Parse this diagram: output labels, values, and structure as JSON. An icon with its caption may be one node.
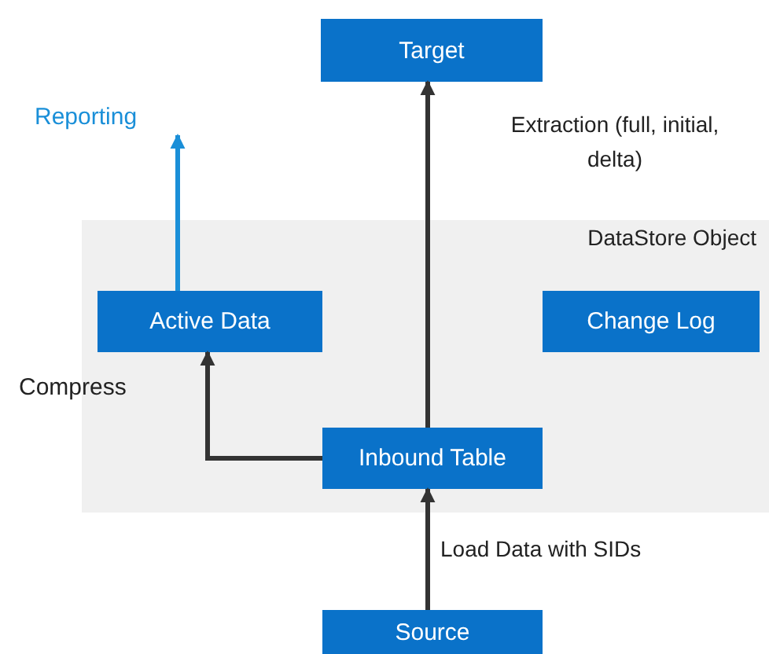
{
  "diagram": {
    "nodes": [
      {
        "text": [
          "Target"
        ]
      },
      {
        "text": [
          "DataStore Object"
        ]
      },
      {
        "text": [
          "Active Data"
        ],
        "in": 1
      },
      {
        "text": [
          "Change Log"
        ],
        "in": 1
      },
      {
        "text": [
          "Inbound Table"
        ],
        "in": 1
      },
      {
        "text": [
          "Source"
        ]
      },
      {
        "text": [
          "Reporting"
        ]
      }
    ],
    "edges": [
      {
        "from": 5,
        "to": 4,
        "arrow": "to",
        "label": "Load Data with SIDs"
      },
      {
        "from": 4,
        "to": 0,
        "arrow": "to",
        "label": "Extraction (full, initial, delta)"
      },
      {
        "from": 4,
        "to": 2,
        "arrow": "to"
      },
      {
        "from": 2,
        "to": 6,
        "arrow": "to",
        "color": "#1a8fd8"
      }
    ],
    "labels": [
      "Compress"
    ]
  }
}
